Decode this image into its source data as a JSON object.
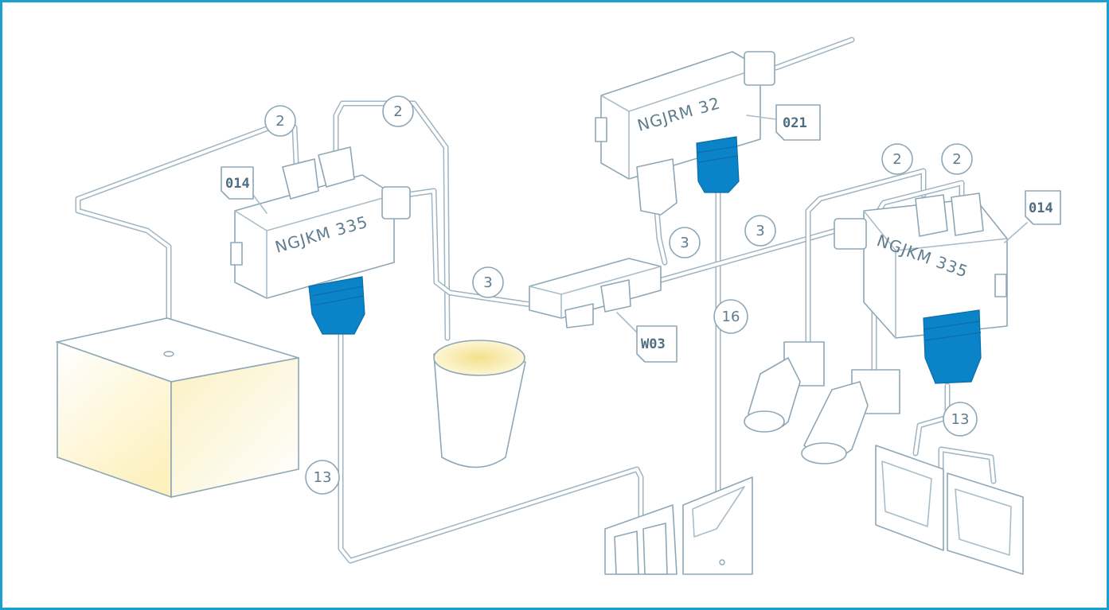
{
  "modules": {
    "left": {
      "label": "NGJKM 335"
    },
    "top": {
      "label": "NGJRM 32"
    },
    "right": {
      "label": "NGJKM 335"
    }
  },
  "tags": {
    "left_module_tag": "014",
    "top_module_tag": "021",
    "right_module_tag": "014",
    "distributor_tag": "W03"
  },
  "cable_markers": {
    "left_a": "2",
    "left_b": "2",
    "right_a": "2",
    "right_b": "2",
    "mid_left": "3",
    "mid_top": "3",
    "mid_right": "3",
    "left_bottom": "13",
    "center_vertical": "16",
    "right_bottom": "13"
  },
  "colors": {
    "frame": "#1a9fd1",
    "connector_blue": "#0b83c9",
    "line": "#a9bdc9",
    "glow": "#fdf3c4"
  }
}
